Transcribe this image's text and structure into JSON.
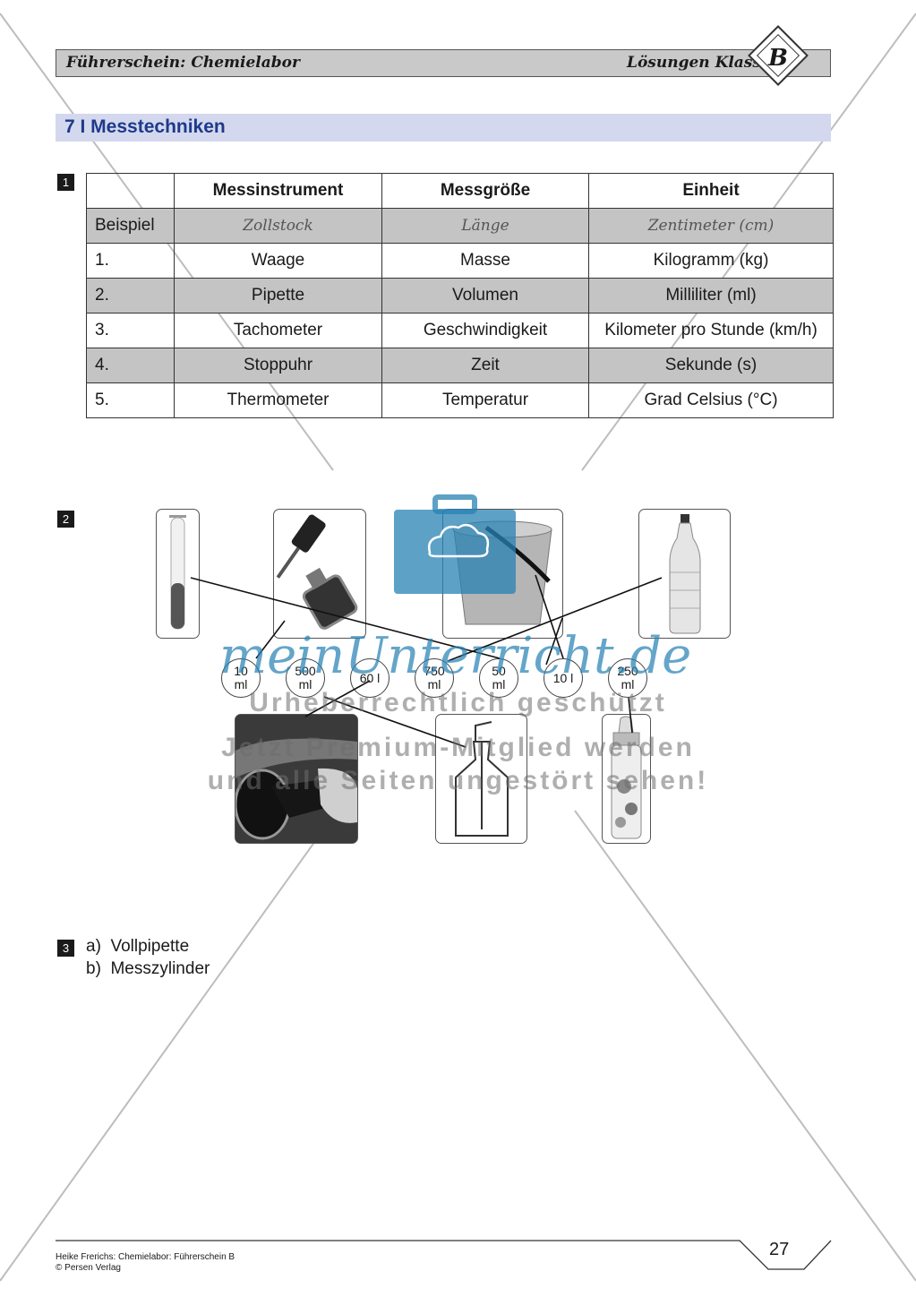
{
  "header": {
    "left_title": "Führerschein: Chemielabor",
    "right_title": "Lösungen Klasse",
    "class_letter": "B"
  },
  "section": {
    "title": "7 I Messtechniken"
  },
  "task1": {
    "number": "1",
    "columns": [
      "",
      "Messinstrument",
      "Messgröße",
      "Einheit"
    ],
    "example": {
      "label": "Beispiel",
      "instrument": "Zollstock",
      "quantity": "Länge",
      "unit": "Zentimeter (cm)"
    },
    "rows": [
      {
        "label": "1.",
        "instrument": "Waage",
        "quantity": "Masse",
        "unit": "Kilogramm (kg)"
      },
      {
        "label": "2.",
        "instrument": "Pipette",
        "quantity": "Volumen",
        "unit": "Milliliter (ml)"
      },
      {
        "label": "3.",
        "instrument": "Tachometer",
        "quantity": "Geschwindigkeit",
        "unit": "Kilometer pro Stunde (km/h)"
      },
      {
        "label": "4.",
        "instrument": "Stoppuhr",
        "quantity": "Zeit",
        "unit": "Sekunde (s)"
      },
      {
        "label": "5.",
        "instrument": "Thermometer",
        "quantity": "Temperatur",
        "unit": "Grad Celsius (°C)"
      }
    ]
  },
  "task2": {
    "number": "2",
    "bubbles": [
      {
        "line1": "10",
        "line2": "ml"
      },
      {
        "line1": "500",
        "line2": "ml"
      },
      {
        "line1": "60 l",
        "line2": ""
      },
      {
        "line1": "750",
        "line2": "ml"
      },
      {
        "line1": "50",
        "line2": "ml"
      },
      {
        "line1": "10 l",
        "line2": ""
      },
      {
        "line1": "250",
        "line2": "ml"
      }
    ]
  },
  "task3": {
    "number": "3",
    "answers": [
      {
        "letter": "a)",
        "text": "Vollpipette"
      },
      {
        "letter": "b)",
        "text": "Messzylinder"
      }
    ]
  },
  "watermark": {
    "brand": "meinUnterricht.de",
    "line1": "Urheberrechtlich geschützt",
    "line2": "Jetzt Premium-Mitglied werden",
    "line3": "und alle Seiten ungestört sehen!"
  },
  "footer": {
    "credit": "Heike Frerichs: Chemielabor: Führerschein B",
    "publisher": "© Persen Verlag",
    "page": "27"
  }
}
